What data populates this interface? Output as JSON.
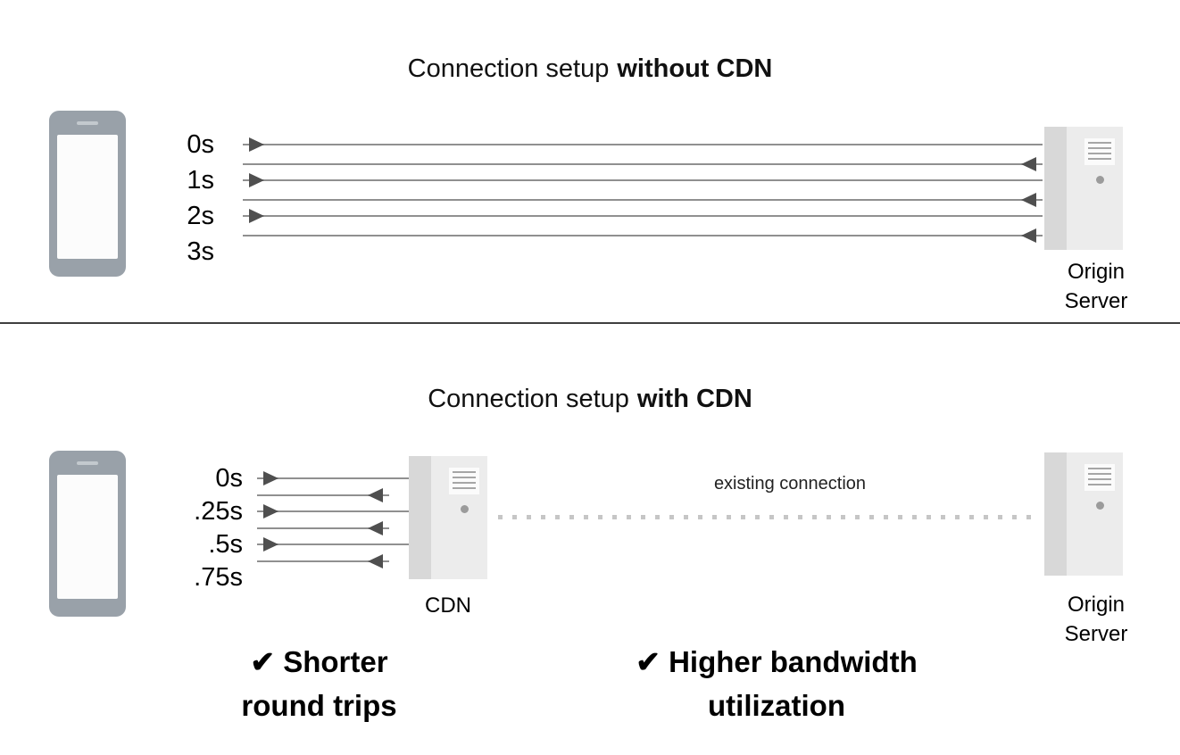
{
  "colors": {
    "arrow_line": "#909090",
    "arrow_head": "#4f4f4f",
    "device_gray": "#99a1a9",
    "server_gray": "#ececec",
    "dotted_line": "#c6c6c6"
  },
  "top": {
    "title_regular": "Connection setup",
    "title_bold": "without CDN",
    "time_labels": [
      "0s",
      "1s",
      "2s",
      "3s"
    ],
    "server_label_line1": "Origin",
    "server_label_line2": "Server"
  },
  "bottom": {
    "title_regular": "Connection setup",
    "title_bold": "with CDN",
    "time_labels": [
      "0s",
      ".25s",
      ".5s",
      ".75s"
    ],
    "cdn_label": "CDN",
    "existing_connection_label": "existing connection",
    "server_label_line1": "Origin",
    "server_label_line2": "Server",
    "benefit_1_line1": "✔ Shorter",
    "benefit_1_line2": "round trips",
    "benefit_2_line1": "✔ Higher bandwidth",
    "benefit_2_line2": "utilization"
  }
}
